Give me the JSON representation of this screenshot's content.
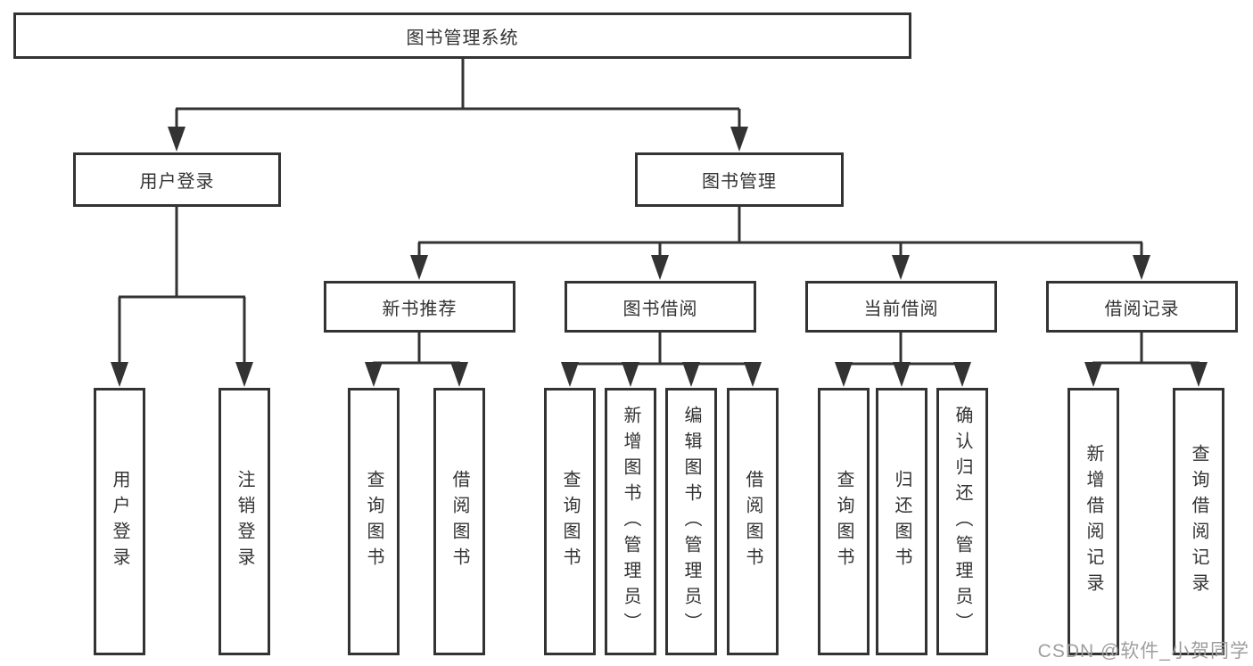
{
  "diagram_title": "图书管理系统",
  "nodes": {
    "root": "图书管理系统",
    "user_login": "用户登录",
    "book_management": "图书管理",
    "new_book_recommend": "新书推荐",
    "book_borrow": "图书借阅",
    "current_borrow": "当前借阅",
    "borrow_records": "借阅记录",
    "leaf_user_login": "用户登录",
    "leaf_logout": "注销登录",
    "leaf_rec_query_books": "查询图书",
    "leaf_rec_borrow_books": "借阅图书",
    "leaf_bb_query_books": "查询图书",
    "leaf_bb_add_books_admin": "新增图书（管理员）",
    "leaf_bb_edit_books_admin": "编辑图书（管理员）",
    "leaf_bb_borrow_books": "借阅图书",
    "leaf_cb_query_books": "查询图书",
    "leaf_cb_return_books": "归还图书",
    "leaf_cb_confirm_return_admin": "确认归还（管理员）",
    "leaf_br_add_record": "新增借阅记录",
    "leaf_br_query_record": "查询借阅记录"
  },
  "watermark": "CSDN @软件_小贺同学",
  "colors": {
    "line": "#333333",
    "node_border": "#333333",
    "node_fill": "#ffffff",
    "text": "#333333",
    "watermark": "#9e9e9e",
    "background": "#ffffff"
  },
  "structure": {
    "root": "图书管理系统",
    "children": [
      {
        "label": "用户登录",
        "children": [
          "用户登录",
          "注销登录"
        ]
      },
      {
        "label": "图书管理",
        "children": [
          {
            "label": "新书推荐",
            "children": [
              "查询图书",
              "借阅图书"
            ]
          },
          {
            "label": "图书借阅",
            "children": [
              "查询图书",
              "新增图书（管理员）",
              "编辑图书（管理员）",
              "借阅图书"
            ]
          },
          {
            "label": "当前借阅",
            "children": [
              "查询图书",
              "归还图书",
              "确认归还（管理员）"
            ]
          },
          {
            "label": "借阅记录",
            "children": [
              "新增借阅记录",
              "查询借阅记录"
            ]
          }
        ]
      }
    ]
  }
}
